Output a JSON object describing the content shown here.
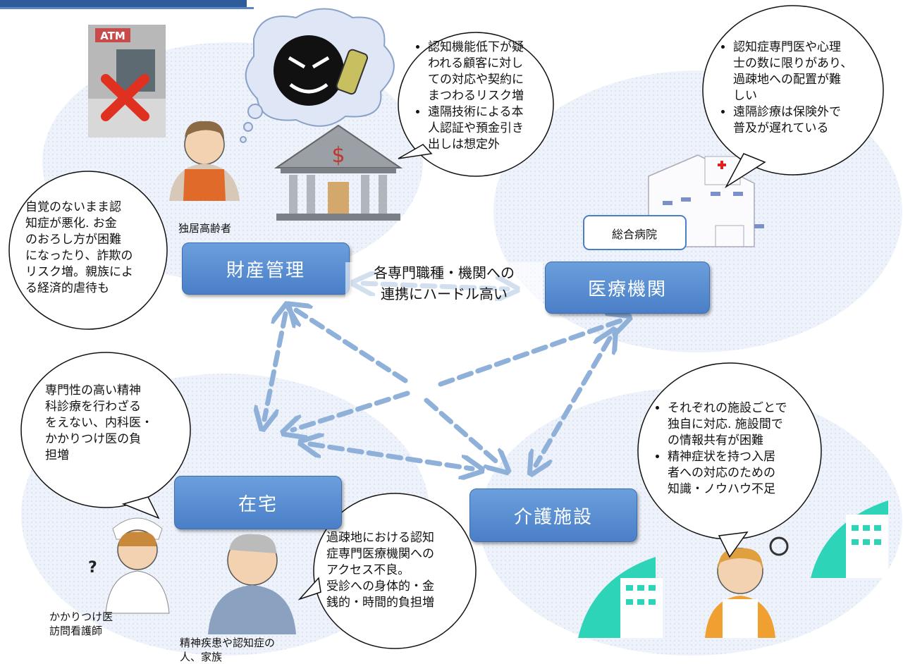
{
  "pillars": {
    "property": "財産管理",
    "medical": "医療機関",
    "home": "在宅",
    "care": "介護施設"
  },
  "center_caption": [
    "各専門職種・機関への",
    "連携にハードル高い"
  ],
  "labels": {
    "elderly": "独居高齢者",
    "hospital": "総合病院",
    "atm": "ATM",
    "nurse_1": "かかりつけ医",
    "nurse_2": "訪問看護師",
    "patient_1": "精神疾患や認知症の",
    "patient_2": "人、家族",
    "question": "?",
    "currency": "$"
  },
  "bubbles": {
    "property_left": [
      "自覚のないまま認",
      "知症が悪化. お金",
      "のおろし方が困難",
      "になったり、詐欺の",
      "リスク増。親族によ",
      "る経済的虐待も"
    ],
    "property_right": {
      "items": [
        [
          "認知機能低下が疑",
          "われる顧客に対し",
          "ての対応や契約に",
          "まつわるリスク増"
        ],
        [
          "遠隔技術による本",
          "人認証や預金引き",
          "出しは想定外"
        ]
      ]
    },
    "medical": {
      "items": [
        [
          "認知症専門医や心理",
          "士の数に限りがあり、",
          "過疎地への配置が難",
          "しい"
        ],
        [
          "遠隔診療は保険外で",
          "普及が遅れている"
        ]
      ]
    },
    "home_left": [
      "専門性の高い精神",
      "科診療を行わざる",
      "をえない、内科医・",
      "かかりつけ医の負",
      "担増"
    ],
    "home_right": [
      "過疎地における認知",
      "症専門医療機関への",
      "アクセス不良。",
      "受診への身体的・金",
      "銭的・時間的負担増"
    ],
    "care": {
      "items": [
        [
          "それぞれの施設ごとで",
          "独自に対応. 施設間で",
          "の情報共有が困難"
        ],
        [
          "精神症状を持つ入居",
          "者への対応のための",
          "知識・ノウハウ不足"
        ]
      ]
    }
  },
  "colors": {
    "box": "#4a7fc8",
    "arrow": "#8fb0d8",
    "cloud": "#e8eef8",
    "banner": "#2e5b9a"
  }
}
